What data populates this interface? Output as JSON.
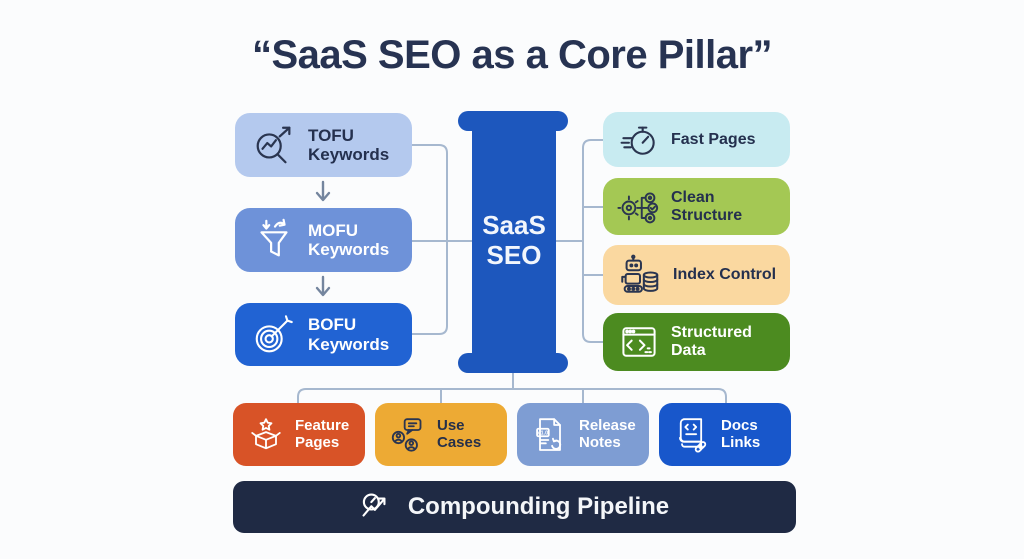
{
  "title": "“SaaS SEO as a Core Pillar”",
  "pillar": {
    "label": "SaaS SEO",
    "color": "#1d57bd"
  },
  "funnel_stages": [
    {
      "label": "TOFU Keywords",
      "icon": "trend-search-icon",
      "bg": "#b4c9ee",
      "text_color": "#24304e"
    },
    {
      "label": "MOFU Keywords",
      "icon": "funnel-icon",
      "bg": "#6e92d9",
      "text_color": "#ffffff"
    },
    {
      "label": "BOFU Keywords",
      "icon": "target-icon",
      "bg": "#2163d3",
      "text_color": "#ffffff"
    }
  ],
  "technical_factors": [
    {
      "label": "Fast Pages",
      "icon": "stopwatch-icon",
      "bg": "#c8ebf1",
      "text_color": "#24304e"
    },
    {
      "label": "Clean Structure",
      "icon": "gears-flow-icon",
      "bg": "#a4c854",
      "text_color": "#24304e"
    },
    {
      "label": "Index Control",
      "icon": "robot-database-icon",
      "bg": "#fad8a0",
      "text_color": "#24304e"
    },
    {
      "label": "Structured Data",
      "icon": "code-window-icon",
      "bg": "#4c8b20",
      "text_color": "#ffffff"
    }
  ],
  "content_assets": [
    {
      "label": "Feature Pages",
      "icon": "box-star-icon",
      "bg": "#d85327",
      "text_color": "#ffffff"
    },
    {
      "label": "Use Cases",
      "icon": "users-chat-icon",
      "bg": "#edaa34",
      "text_color": "#26304a"
    },
    {
      "label": "Release Notes",
      "icon": "doc-version-icon",
      "bg": "#7e9dd3",
      "text_color": "#ffffff",
      "icon_badge": "v1.0"
    },
    {
      "label": "Docs Links",
      "icon": "book-link-icon",
      "bg": "#1857cb",
      "text_color": "#ffffff"
    }
  ],
  "footer": {
    "label": "Compounding Pipeline",
    "icon": "growth-arrow-icon",
    "bg": "#1f2a44"
  },
  "colors": {
    "background": "#fbfcfd",
    "title_text": "#273352",
    "connector": "#a6b8cf",
    "flow_arrow": "#74859e"
  }
}
